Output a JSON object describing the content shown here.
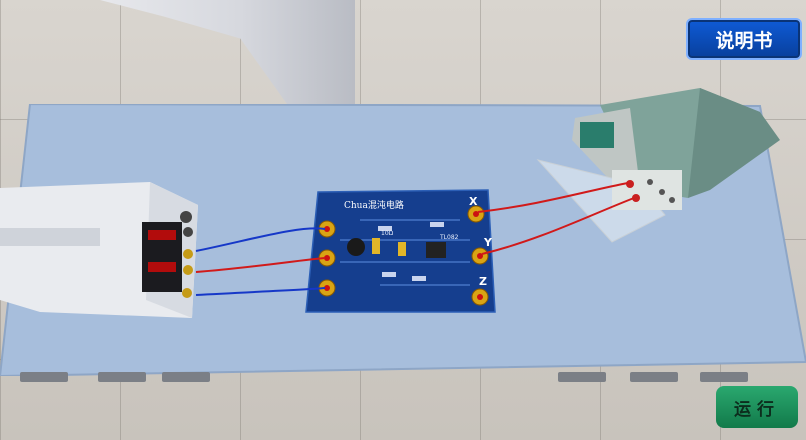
{
  "buttons": {
    "manual_label": "说明书",
    "run_label": "运行"
  },
  "circuit_board": {
    "title": "Chua混沌电路",
    "terminal_labels": [
      "X",
      "Y",
      "Z"
    ],
    "component_labels": [
      "10Ω",
      "TL082"
    ]
  },
  "colors": {
    "table": "#a9c1df",
    "board": "#143c8c",
    "wire_red": "#d11a1a",
    "wire_blue": "#1638c8",
    "manual_button": "#0c4fc0",
    "run_button": "#1f9a60"
  }
}
